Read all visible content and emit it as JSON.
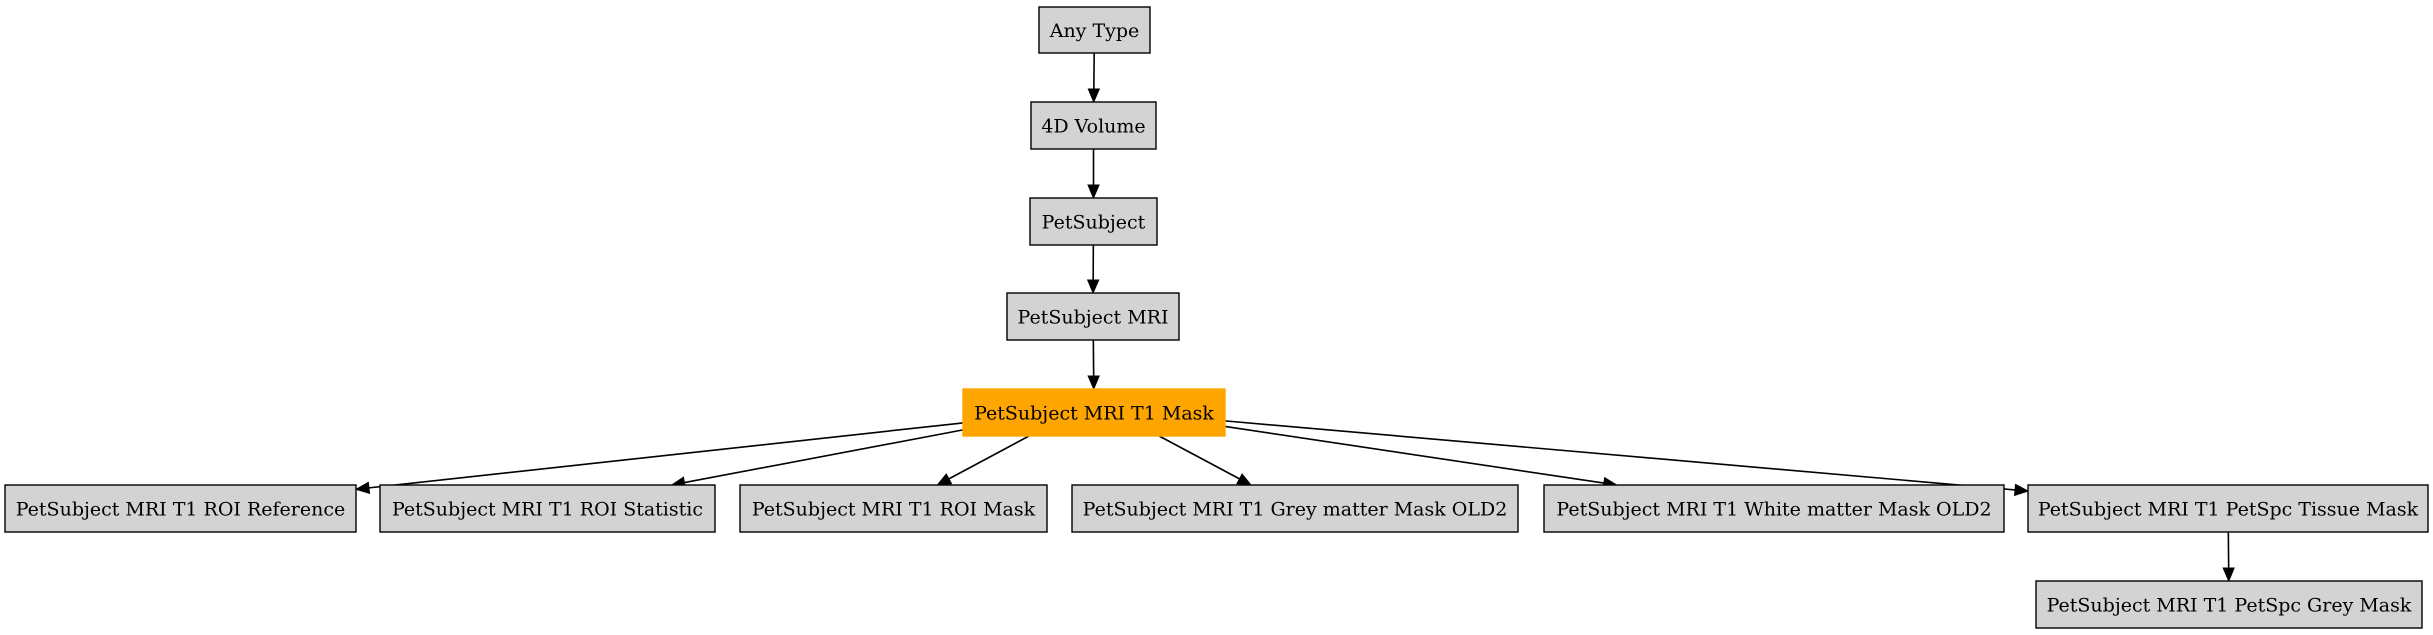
{
  "diagram": {
    "type": "hierarchy",
    "colors": {
      "node_fill": "#d3d3d3",
      "node_border": "#000000",
      "highlight_fill": "#ffa500",
      "edge": "#000000"
    },
    "nodes": [
      {
        "id": "any_type",
        "label": "Any Type",
        "highlight": false
      },
      {
        "id": "volume_4d",
        "label": "4D Volume",
        "highlight": false
      },
      {
        "id": "pet_subject",
        "label": "PetSubject",
        "highlight": false
      },
      {
        "id": "pet_subject_mri",
        "label": "PetSubject MRI",
        "highlight": false
      },
      {
        "id": "t1_mask",
        "label": "PetSubject MRI T1 Mask",
        "highlight": true
      },
      {
        "id": "roi_reference",
        "label": "PetSubject MRI T1 ROI Reference",
        "highlight": false
      },
      {
        "id": "roi_statistic",
        "label": "PetSubject MRI T1 ROI Statistic",
        "highlight": false
      },
      {
        "id": "roi_mask",
        "label": "PetSubject MRI T1 ROI Mask",
        "highlight": false
      },
      {
        "id": "grey_old2",
        "label": "PetSubject MRI T1 Grey matter Mask OLD2",
        "highlight": false
      },
      {
        "id": "white_old2",
        "label": "PetSubject MRI T1 White matter Mask OLD2",
        "highlight": false
      },
      {
        "id": "tissue_mask",
        "label": "PetSubject MRI T1 PetSpc Tissue Mask",
        "highlight": false
      },
      {
        "id": "grey_mask",
        "label": "PetSubject MRI T1 PetSpc Grey Mask",
        "highlight": false
      }
    ],
    "edges": [
      {
        "from": "any_type",
        "to": "volume_4d"
      },
      {
        "from": "volume_4d",
        "to": "pet_subject"
      },
      {
        "from": "pet_subject",
        "to": "pet_subject_mri"
      },
      {
        "from": "pet_subject_mri",
        "to": "t1_mask"
      },
      {
        "from": "t1_mask",
        "to": "roi_reference"
      },
      {
        "from": "t1_mask",
        "to": "roi_statistic"
      },
      {
        "from": "t1_mask",
        "to": "roi_mask"
      },
      {
        "from": "t1_mask",
        "to": "grey_old2"
      },
      {
        "from": "t1_mask",
        "to": "white_old2"
      },
      {
        "from": "t1_mask",
        "to": "tissue_mask"
      },
      {
        "from": "tissue_mask",
        "to": "grey_mask"
      }
    ]
  }
}
